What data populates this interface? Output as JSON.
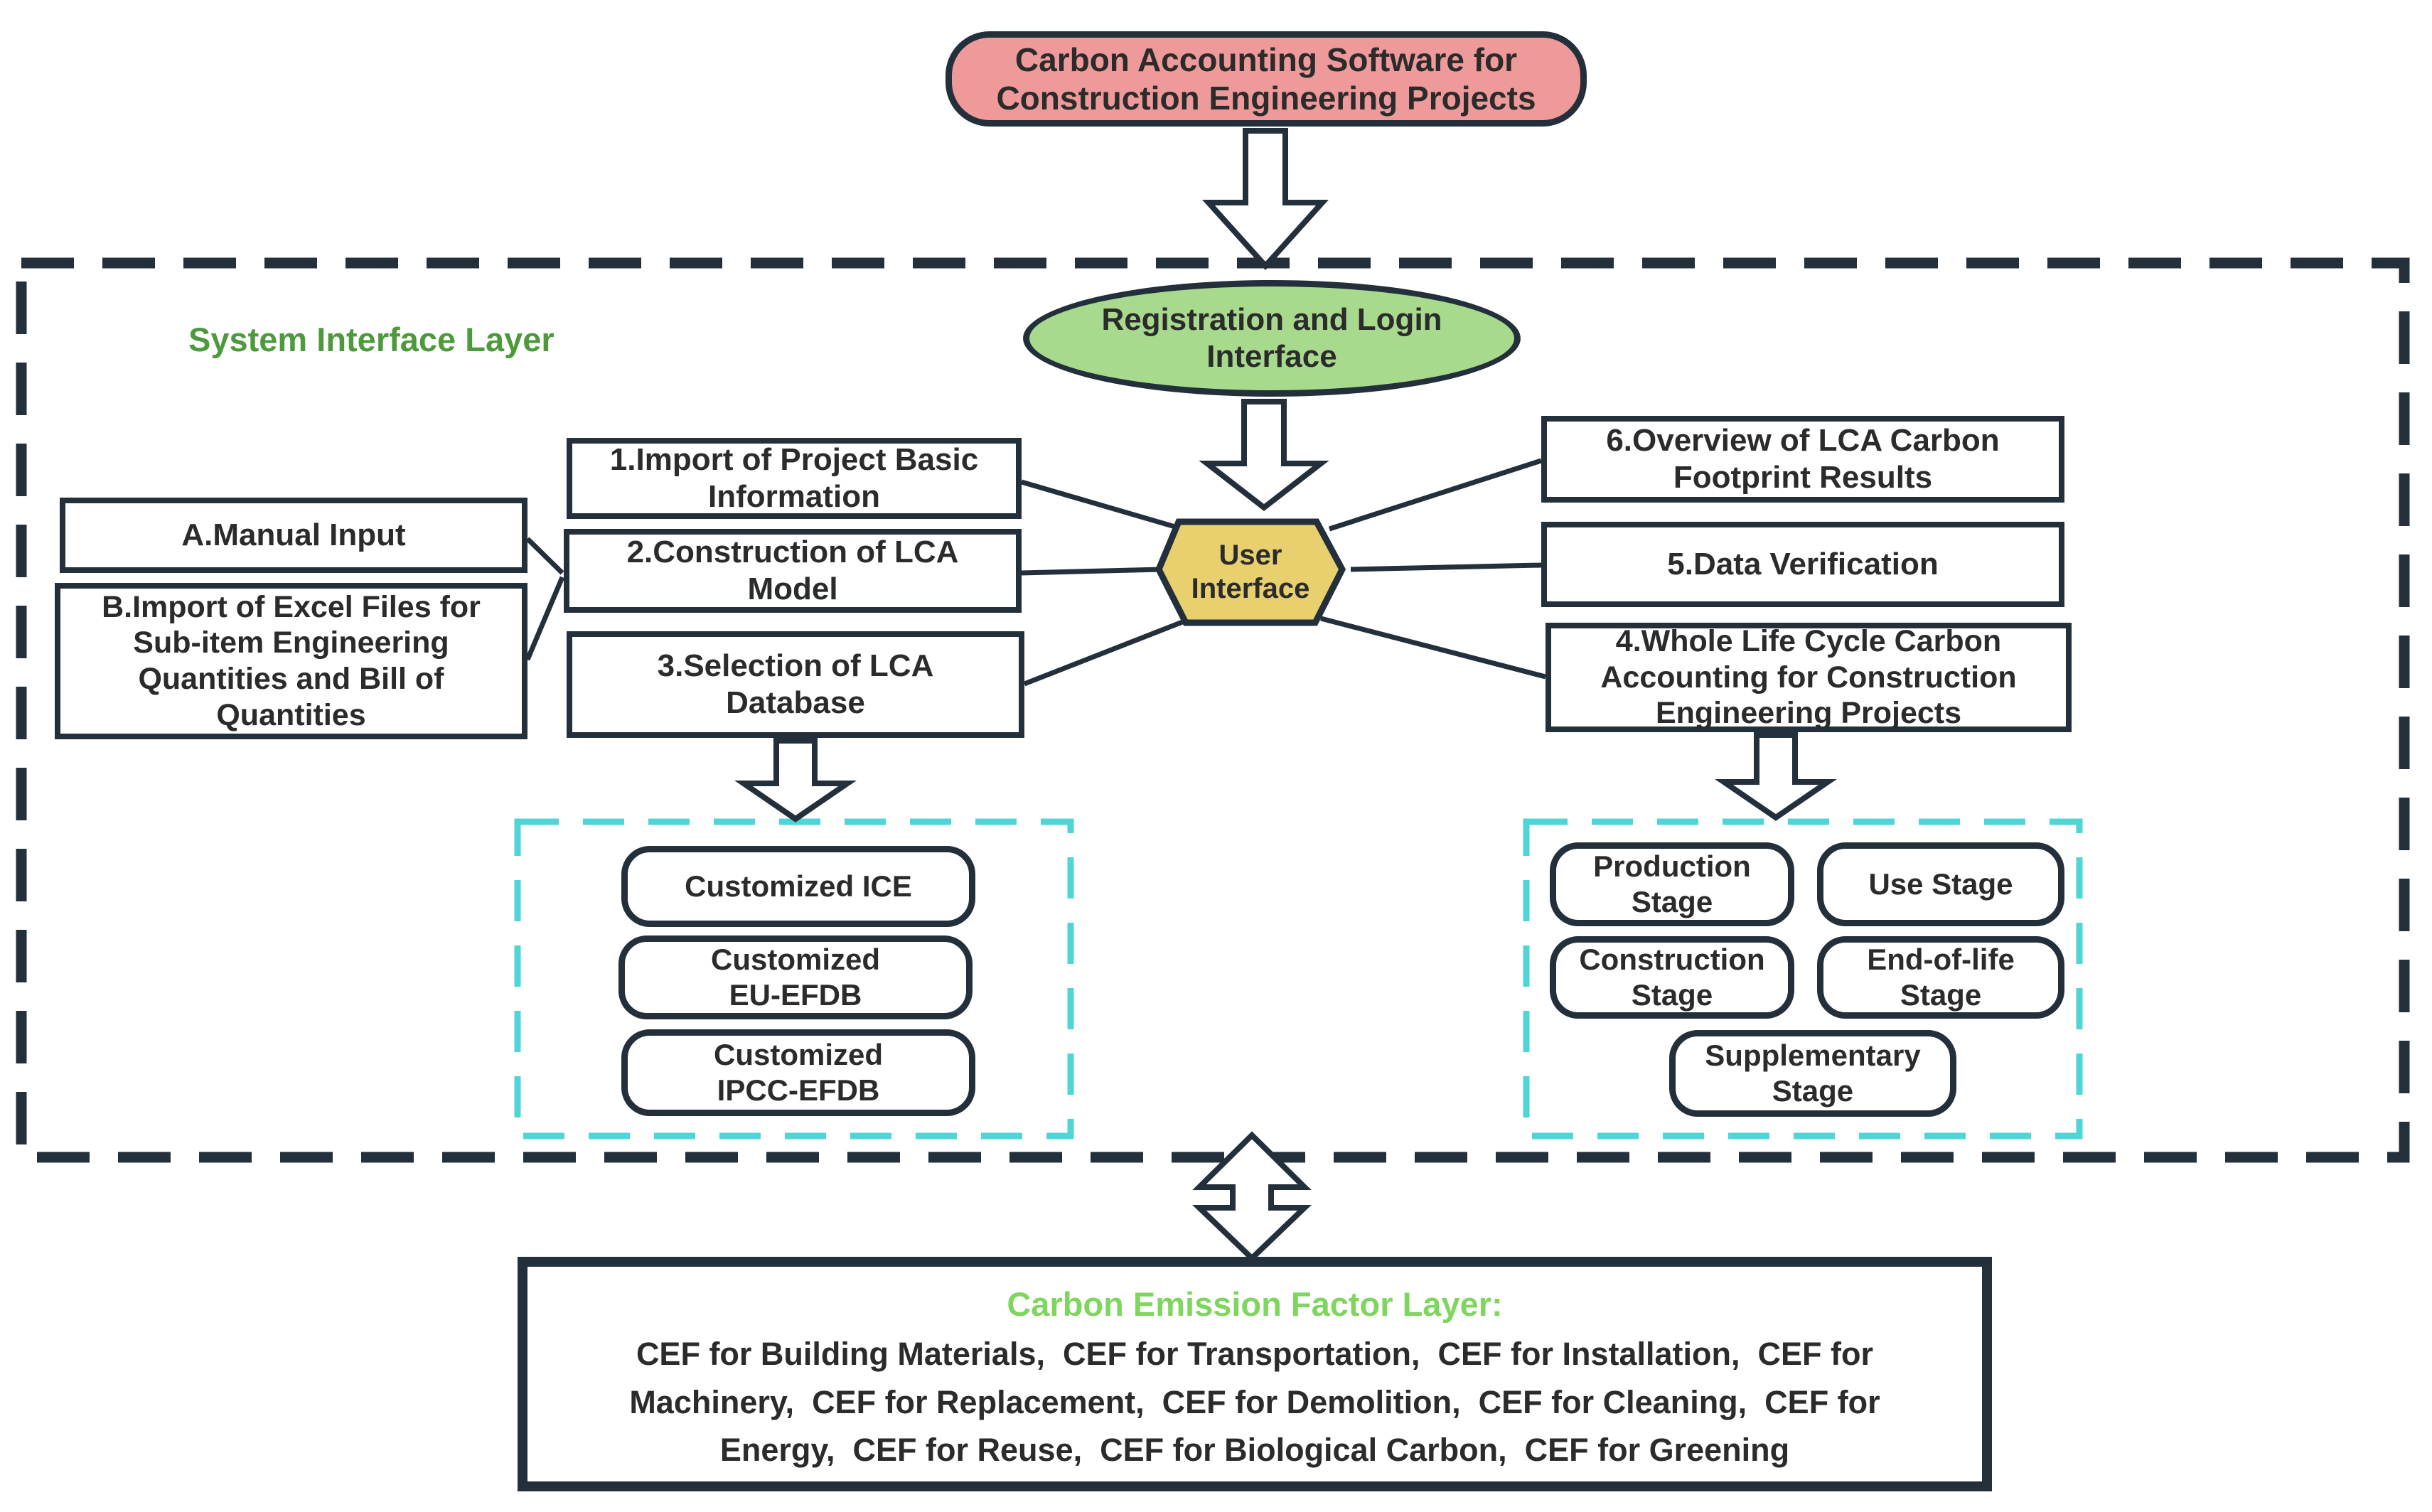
{
  "colors": {
    "outline_dark": "#232f3b",
    "root_fill": "#ef9a9a",
    "registration_fill": "#a8da8e",
    "user_interface_fill": "#e9d06f",
    "layer_title_green": "#4d9a3c",
    "cef_title_green": "#7fd65f",
    "dashed_cyan": "#4fd5d6",
    "text_dark": "#2b2b2b"
  },
  "root_node": {
    "label": "Carbon Accounting Software for\nConstruction Engineering Projects"
  },
  "system_interface_layer": {
    "title": "System Interface Layer",
    "registration_node": "Registration and Login\nInterface",
    "user_interface_node": "User\nInterface",
    "input_nodes": [
      "A.Manual Input",
      "B.Import of Excel Files for\nSub-item Engineering\nQuantities and Bill of\nQuantities"
    ],
    "left_modules": [
      "1.Import of Project Basic\nInformation",
      "2.Construction of LCA\nModel",
      "3.Selection of LCA\nDatabase"
    ],
    "right_modules": [
      "6.Overview of LCA Carbon\nFootprint Results",
      "5.Data Verification",
      "4.Whole Life Cycle Carbon\nAccounting for Construction\nEngineering Projects"
    ],
    "database_nodes": [
      "Customized ICE",
      "Customized\nEU-EFDB",
      "Customized\nIPCC-EFDB"
    ],
    "stage_nodes": [
      "Production\nStage",
      "Use Stage",
      "Construction\nStage",
      "End-of-life\nStage",
      "Supplementary\nStage"
    ]
  },
  "carbon_emission_factor_layer": {
    "title": "Carbon Emission Factor Layer:",
    "content": "CEF for Building Materials,  CEF for Transportation,  CEF for Installation,  CEF for\nMachinery,  CEF for Replacement,  CEF for Demolition,  CEF for Cleaning,  CEF for\nEnergy,  CEF for Reuse,  CEF for Biological Carbon,  CEF for Greening"
  }
}
